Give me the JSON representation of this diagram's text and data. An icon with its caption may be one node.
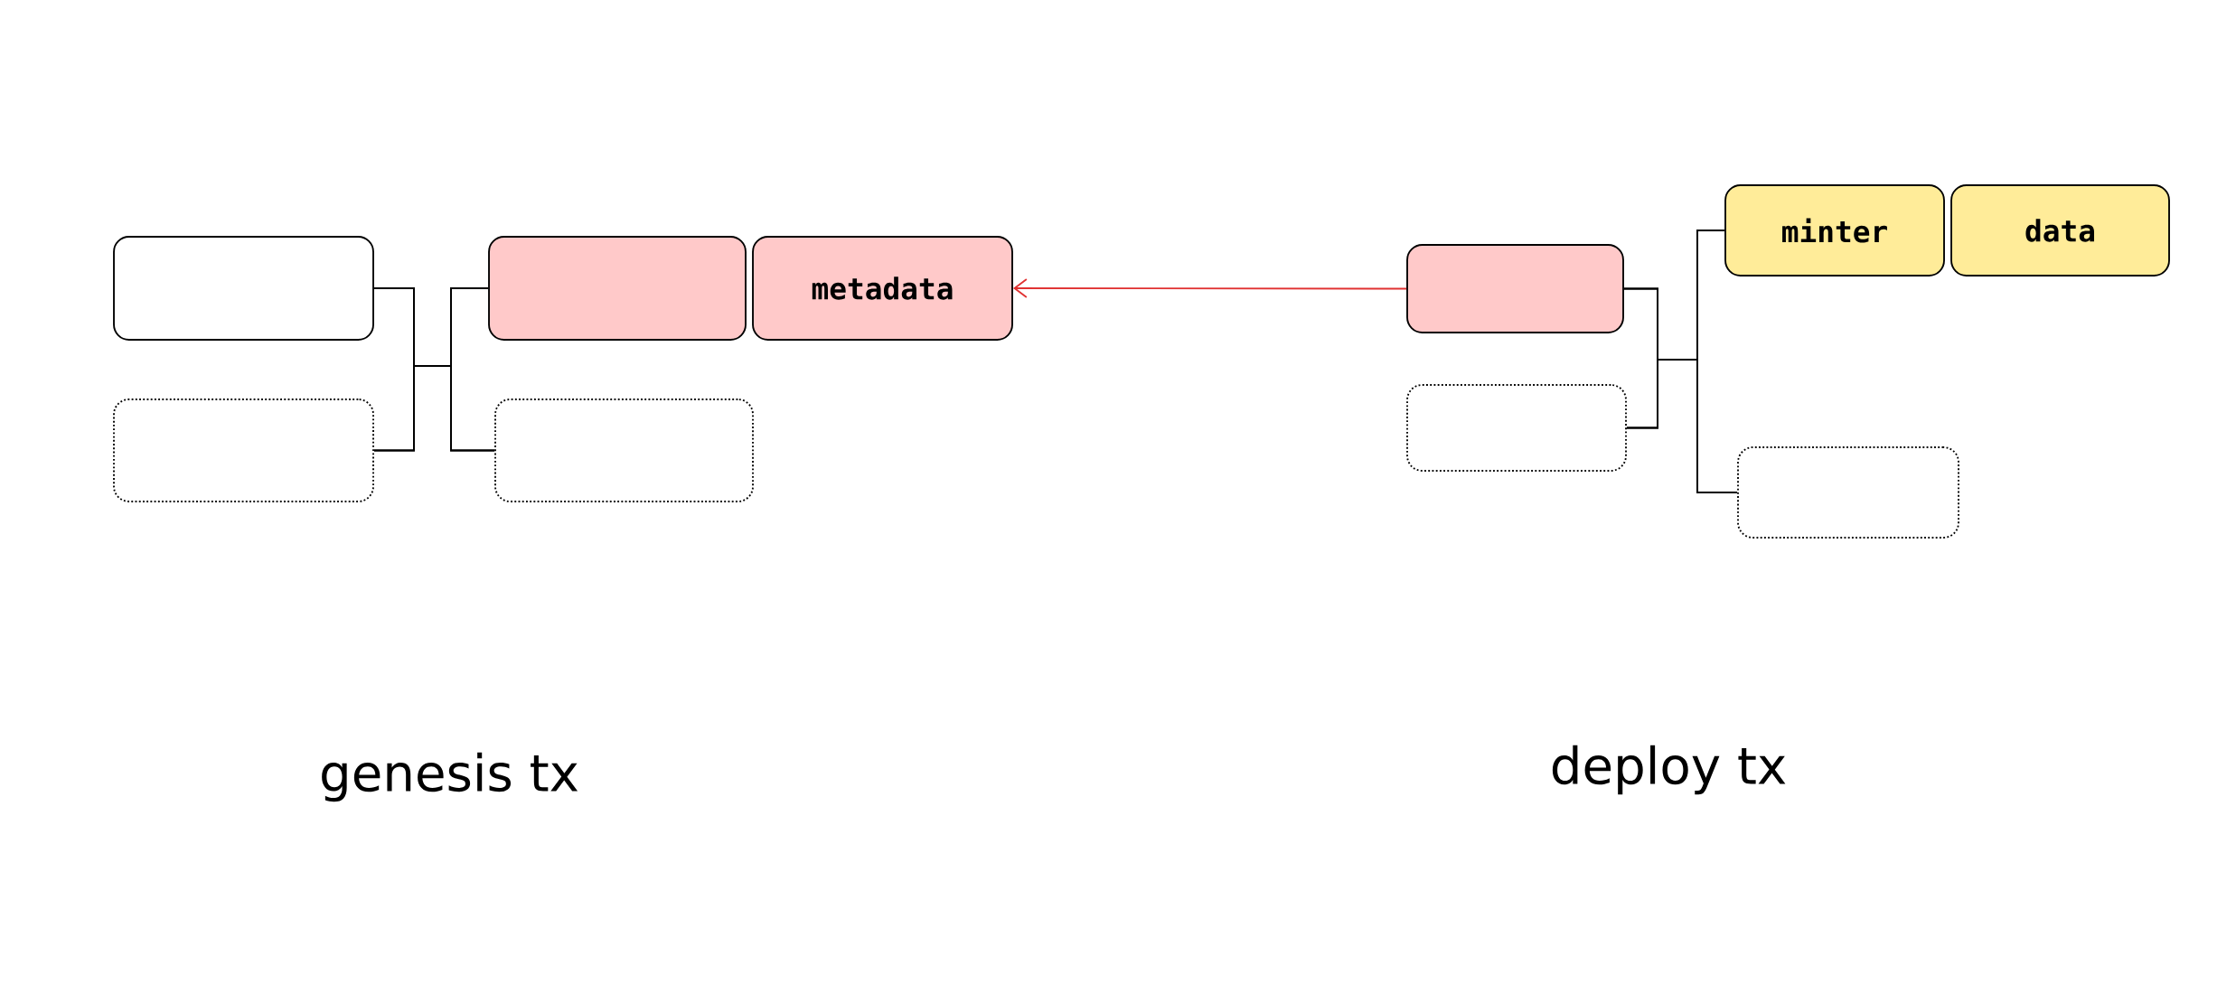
{
  "diagram": {
    "nodes": [
      {
        "text": [],
        "shape": "box"
      },
      {
        "text": [],
        "shape": "box"
      },
      {
        "text": [],
        "shape": "box"
      },
      {
        "text": [
          "metadata"
        ]
      },
      {
        "text": [],
        "shape": "box"
      },
      {
        "text": [],
        "shape": "box"
      },
      {
        "text": [],
        "shape": "box"
      },
      {
        "text": [
          "minter"
        ]
      },
      {
        "text": [
          "data"
        ]
      },
      {
        "text": [],
        "shape": "box"
      }
    ],
    "edges": [
      {
        "from": 0,
        "to": 2,
        "arrow": "none"
      },
      {
        "from": 0,
        "to": 4,
        "arrow": "none"
      },
      {
        "from": 1,
        "to": 2,
        "arrow": "none"
      },
      {
        "from": 1,
        "to": 4,
        "arrow": "none"
      },
      {
        "from": 5,
        "to": 7,
        "arrow": "none"
      },
      {
        "from": 5,
        "to": 9,
        "arrow": "none"
      },
      {
        "from": 6,
        "to": 7,
        "arrow": "none"
      },
      {
        "from": 6,
        "to": 9,
        "arrow": "none"
      },
      {
        "from": 5,
        "to": 3,
        "arrow": "to",
        "color": "#e03131"
      }
    ],
    "labels": [
      "genesis tx",
      "deploy tx"
    ]
  }
}
